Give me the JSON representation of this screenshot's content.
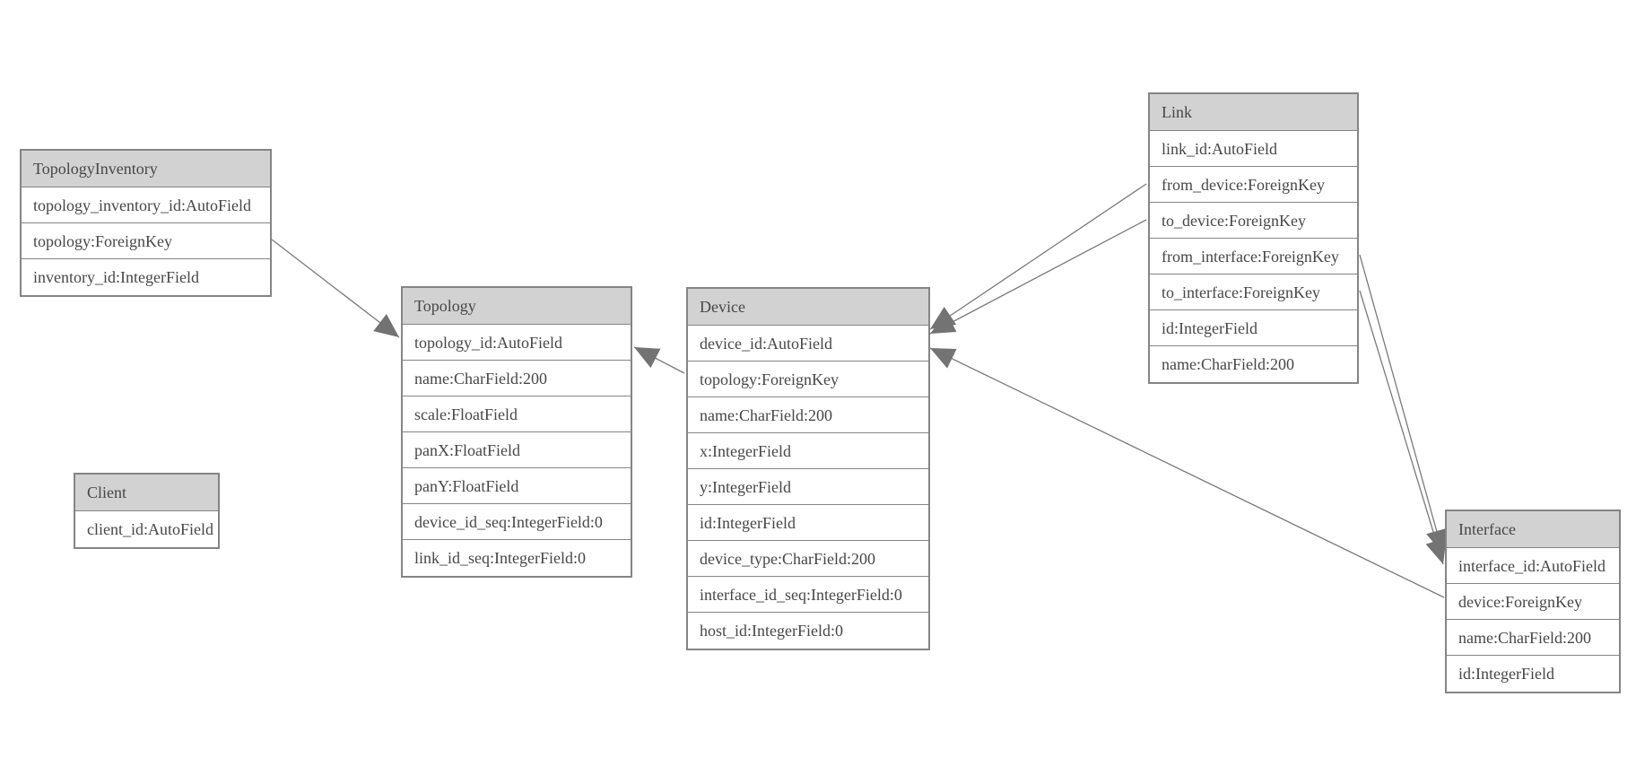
{
  "colors": {
    "header_bg": "#d2d2d2",
    "border": "#858585",
    "text": "#474747",
    "edge": "#7a7a7a",
    "arrow": "#737373",
    "background": "#ffffff"
  },
  "tables": [
    {
      "name": "TopologyInventory",
      "fields": [
        "topology_inventory_id:AutoField",
        "topology:ForeignKey",
        "inventory_id:IntegerField"
      ]
    },
    {
      "name": "Topology",
      "fields": [
        "topology_id:AutoField",
        "name:CharField:200",
        "scale:FloatField",
        "panX:FloatField",
        "panY:FloatField",
        "device_id_seq:IntegerField:0",
        "link_id_seq:IntegerField:0"
      ]
    },
    {
      "name": "Client",
      "fields": [
        "client_id:AutoField"
      ]
    },
    {
      "name": "Device",
      "fields": [
        "device_id:AutoField",
        "topology:ForeignKey",
        "name:CharField:200",
        "x:IntegerField",
        "y:IntegerField",
        "id:IntegerField",
        "device_type:CharField:200",
        "interface_id_seq:IntegerField:0",
        "host_id:IntegerField:0"
      ]
    },
    {
      "name": "Link",
      "fields": [
        "link_id:AutoField",
        "from_device:ForeignKey",
        "to_device:ForeignKey",
        "from_interface:ForeignKey",
        "to_interface:ForeignKey",
        "id:IntegerField",
        "name:CharField:200"
      ]
    },
    {
      "name": "Interface",
      "fields": [
        "interface_id:AutoField",
        "device:ForeignKey",
        "name:CharField:200",
        "id:IntegerField"
      ]
    }
  ],
  "relationships": [
    {
      "from": "TopologyInventory.topology",
      "to": "Topology.topology_id"
    },
    {
      "from": "Device.topology",
      "to": "Topology.topology_id"
    },
    {
      "from": "Link.from_device",
      "to": "Device.device_id"
    },
    {
      "from": "Link.to_device",
      "to": "Device.device_id"
    },
    {
      "from": "Link.from_interface",
      "to": "Interface.interface_id"
    },
    {
      "from": "Link.to_interface",
      "to": "Interface.interface_id"
    },
    {
      "from": "Interface.device",
      "to": "Device.device_id"
    }
  ]
}
